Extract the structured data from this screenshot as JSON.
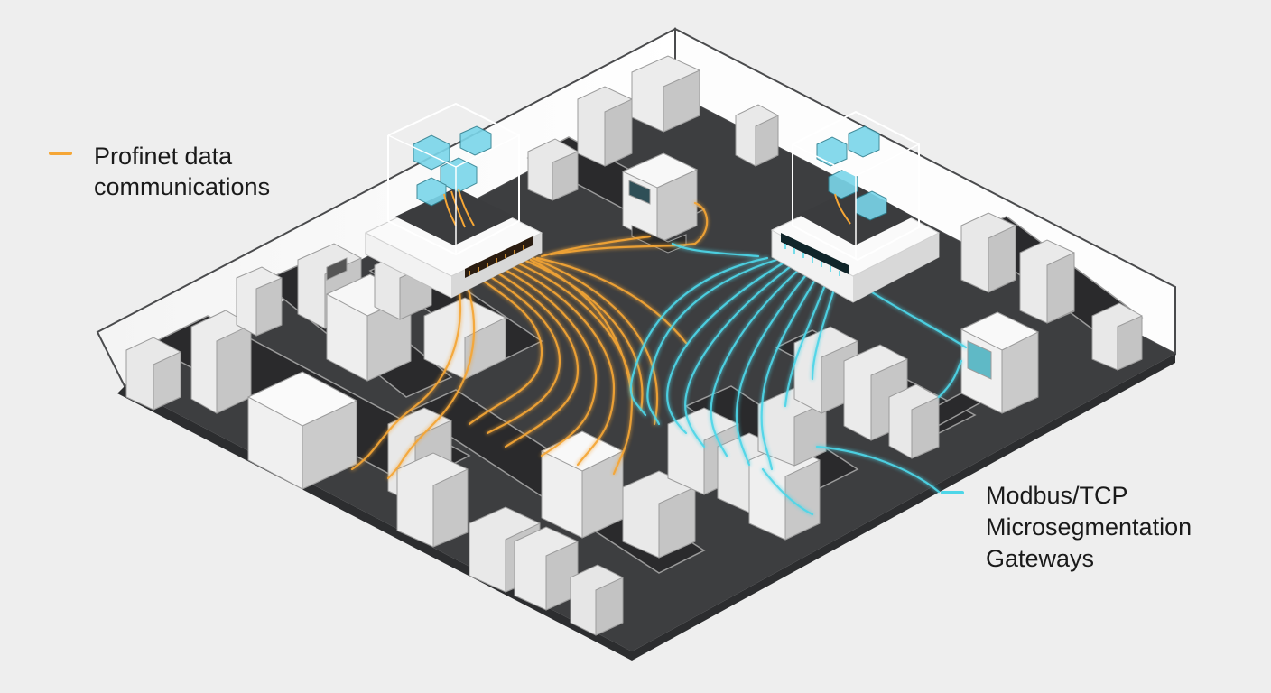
{
  "colors": {
    "background": "#eeeeee",
    "floor": "#3d3e40",
    "wall": "#fafafa",
    "wall_edge": "#4a4b4d",
    "machine": "#e6e6e6",
    "machine_shade": "#c4c4c4",
    "profinet": "#f5a636",
    "modbus": "#4dd6e8"
  },
  "legend": {
    "profinet": {
      "icon": "orange-line-swatch",
      "lines": [
        "Profinet data",
        "communications"
      ]
    },
    "modbus": {
      "icon": "cyan-line-swatch",
      "lines": [
        "Modbus/TCP",
        "Microsegmentation",
        "Gateways"
      ]
    }
  }
}
